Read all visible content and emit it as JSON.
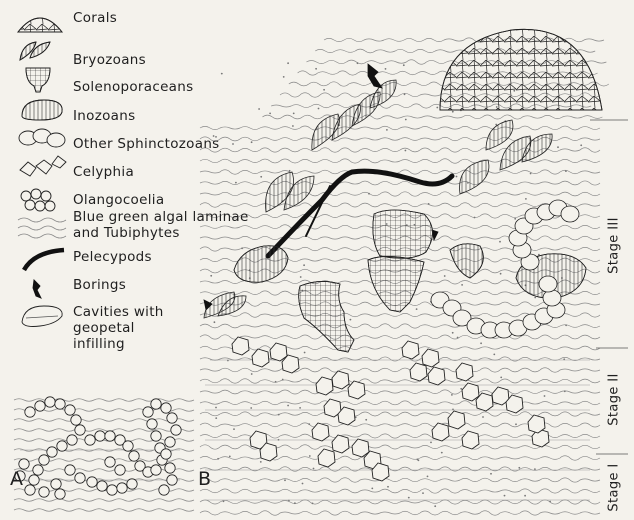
{
  "legend": {
    "corals": "Corals",
    "bryozoans": "Bryozoans",
    "solenoporaceans": "Solenoporaceans",
    "inozoans": "Inozoans",
    "other_sphinctozoans": "Other Sphinctozoans",
    "celyphia": "Celyphia",
    "olangocoelia": "Olangocoelia",
    "algal_1": "Blue green algal laminae",
    "algal_2": "and Tubiphytes",
    "pelecypods": "Pelecypods",
    "borings": "Borings",
    "cavities_1": "Cavities with",
    "cavities_2": "geopetal",
    "cavities_3": "infilling"
  },
  "panels": {
    "a": "A",
    "b": "B"
  },
  "stages": {
    "stage3": "Stage III",
    "stage2": "Stage II",
    "stage1": "Stage I"
  },
  "colors": {
    "ink": "#1f1f1f",
    "paper": "#f4f2ec",
    "wavy": "#8a8a8a"
  }
}
